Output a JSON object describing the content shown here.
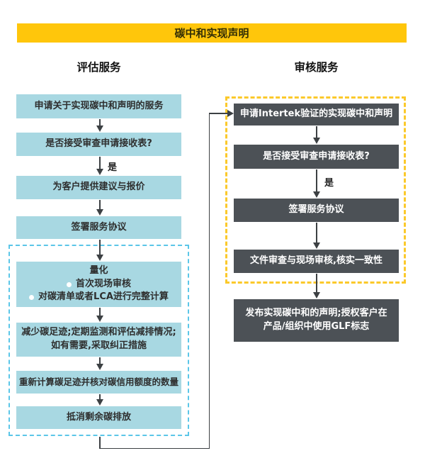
{
  "title": "碳中和实现声明",
  "left": {
    "header": "评估服务",
    "box1": "申请关于实现碳中和声明的服务",
    "box2": "是否接受审查申请接收表?",
    "yes_label": "是",
    "box3": "为客户提供建议与报价",
    "box4": "签署服务协议",
    "box5_title": "量化",
    "box5_bullet1": "首次现场审核",
    "box5_bullet2": "对碳清单或者LCA进行完整计算",
    "box6_line1": "减少碳足迹;定期监测和评估减排情况;",
    "box6_line2": "如有需要,采取纠正措施",
    "box7": "重新计算碳足迹并核对碳信用额度的数量",
    "box8": "抵消剩余碳排放"
  },
  "right": {
    "header": "审核服务",
    "box1": "申请Intertek验证的实现碳中和声明",
    "box2": "是否接受审查申请接收表?",
    "yes_label": "是",
    "box3": "签署服务协议",
    "box4": "文件审查与现场审核,核实一致性",
    "box5_line1": "发布实现碳中和的声明;授权客户在",
    "box5_line2": "产品/组织中使用GLF标志"
  },
  "colors": {
    "header_bg": "#FFC60B",
    "assess_box": "#A8D8E2",
    "assess_dash": "#5BC6E8",
    "audit_box": "#4C5156",
    "audit_dash": "#FBC92B",
    "arrow": "#3C4043",
    "text_dark": "#332F05"
  }
}
